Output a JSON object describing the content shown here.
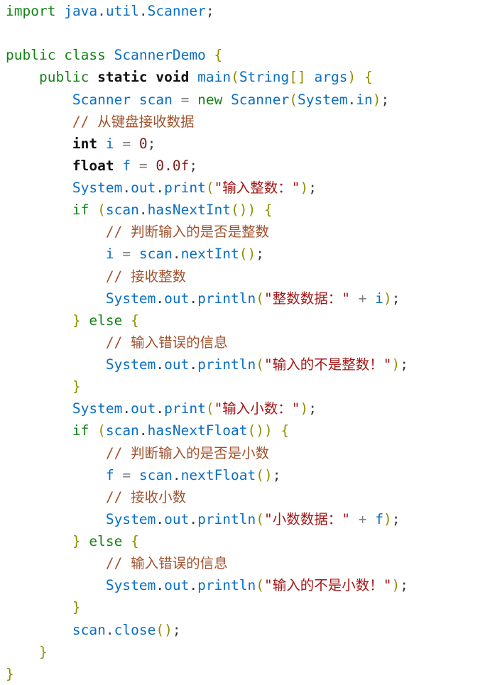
{
  "page": {
    "background": "#ffffff"
  },
  "colors": {
    "keyword_green": "#158215",
    "type_keyword_black": "#111111",
    "identifier_blue": "#0a6ec4",
    "bracket_olive": "#8f8f00",
    "operator_gray": "#7f7f7f",
    "punctuation_dark": "#3a3a3a",
    "string_red": "#a31515",
    "number_darkred": "#7d1a1a",
    "comment_sienna": "#a0522d"
  },
  "code": {
    "language": "java",
    "lines": [
      [
        [
          "k",
          "import"
        ],
        [
          "w",
          " "
        ],
        [
          "n",
          "java"
        ],
        [
          "p",
          "."
        ],
        [
          "n",
          "util"
        ],
        [
          "p",
          "."
        ],
        [
          "n",
          "Scanner"
        ],
        [
          "p",
          ";"
        ]
      ],
      [],
      [
        [
          "k",
          "public"
        ],
        [
          "w",
          " "
        ],
        [
          "k",
          "class"
        ],
        [
          "w",
          " "
        ],
        [
          "n",
          "ScannerDemo"
        ],
        [
          "w",
          " "
        ],
        [
          "b",
          "{"
        ]
      ],
      [
        [
          "w",
          "    "
        ],
        [
          "k",
          "public"
        ],
        [
          "w",
          " "
        ],
        [
          "t",
          "static"
        ],
        [
          "w",
          " "
        ],
        [
          "t",
          "void"
        ],
        [
          "w",
          " "
        ],
        [
          "n",
          "main"
        ],
        [
          "b",
          "("
        ],
        [
          "n",
          "String"
        ],
        [
          "b",
          "[]"
        ],
        [
          "w",
          " "
        ],
        [
          "n",
          "args"
        ],
        [
          "b",
          ")"
        ],
        [
          "w",
          " "
        ],
        [
          "b",
          "{"
        ]
      ],
      [
        [
          "w",
          "        "
        ],
        [
          "n",
          "Scanner"
        ],
        [
          "w",
          " "
        ],
        [
          "n",
          "scan"
        ],
        [
          "w",
          " "
        ],
        [
          "o",
          "="
        ],
        [
          "w",
          " "
        ],
        [
          "k",
          "new"
        ],
        [
          "w",
          " "
        ],
        [
          "n",
          "Scanner"
        ],
        [
          "b",
          "("
        ],
        [
          "n",
          "System"
        ],
        [
          "p",
          "."
        ],
        [
          "n",
          "in"
        ],
        [
          "b",
          ")"
        ],
        [
          "p",
          ";"
        ]
      ],
      [
        [
          "w",
          "        "
        ],
        [
          "c",
          "// 从键盘接收数据"
        ]
      ],
      [
        [
          "w",
          "        "
        ],
        [
          "t",
          "int"
        ],
        [
          "w",
          " "
        ],
        [
          "n",
          "i"
        ],
        [
          "w",
          " "
        ],
        [
          "o",
          "="
        ],
        [
          "w",
          " "
        ],
        [
          "m",
          "0"
        ],
        [
          "p",
          ";"
        ]
      ],
      [
        [
          "w",
          "        "
        ],
        [
          "t",
          "float"
        ],
        [
          "w",
          " "
        ],
        [
          "n",
          "f"
        ],
        [
          "w",
          " "
        ],
        [
          "o",
          "="
        ],
        [
          "w",
          " "
        ],
        [
          "m",
          "0.0f"
        ],
        [
          "p",
          ";"
        ]
      ],
      [
        [
          "w",
          "        "
        ],
        [
          "n",
          "System"
        ],
        [
          "p",
          "."
        ],
        [
          "n",
          "out"
        ],
        [
          "p",
          "."
        ],
        [
          "n",
          "print"
        ],
        [
          "b",
          "("
        ],
        [
          "s",
          "\"输入整数：\""
        ],
        [
          "b",
          ")"
        ],
        [
          "p",
          ";"
        ]
      ],
      [
        [
          "w",
          "        "
        ],
        [
          "k",
          "if"
        ],
        [
          "w",
          " "
        ],
        [
          "b",
          "("
        ],
        [
          "n",
          "scan"
        ],
        [
          "p",
          "."
        ],
        [
          "n",
          "hasNextInt"
        ],
        [
          "b",
          "())"
        ],
        [
          "w",
          " "
        ],
        [
          "b",
          "{"
        ]
      ],
      [
        [
          "w",
          "            "
        ],
        [
          "c",
          "// 判断输入的是否是整数"
        ]
      ],
      [
        [
          "w",
          "            "
        ],
        [
          "n",
          "i"
        ],
        [
          "w",
          " "
        ],
        [
          "o",
          "="
        ],
        [
          "w",
          " "
        ],
        [
          "n",
          "scan"
        ],
        [
          "p",
          "."
        ],
        [
          "n",
          "nextInt"
        ],
        [
          "b",
          "()"
        ],
        [
          "p",
          ";"
        ]
      ],
      [
        [
          "w",
          "            "
        ],
        [
          "c",
          "// 接收整数"
        ]
      ],
      [
        [
          "w",
          "            "
        ],
        [
          "n",
          "System"
        ],
        [
          "p",
          "."
        ],
        [
          "n",
          "out"
        ],
        [
          "p",
          "."
        ],
        [
          "n",
          "println"
        ],
        [
          "b",
          "("
        ],
        [
          "s",
          "\"整数数据：\""
        ],
        [
          "w",
          " "
        ],
        [
          "o",
          "+"
        ],
        [
          "w",
          " "
        ],
        [
          "n",
          "i"
        ],
        [
          "b",
          ")"
        ],
        [
          "p",
          ";"
        ]
      ],
      [
        [
          "w",
          "        "
        ],
        [
          "b",
          "}"
        ],
        [
          "w",
          " "
        ],
        [
          "k",
          "else"
        ],
        [
          "w",
          " "
        ],
        [
          "b",
          "{"
        ]
      ],
      [
        [
          "w",
          "            "
        ],
        [
          "c",
          "// 输入错误的信息"
        ]
      ],
      [
        [
          "w",
          "            "
        ],
        [
          "n",
          "System"
        ],
        [
          "p",
          "."
        ],
        [
          "n",
          "out"
        ],
        [
          "p",
          "."
        ],
        [
          "n",
          "println"
        ],
        [
          "b",
          "("
        ],
        [
          "s",
          "\"输入的不是整数！\""
        ],
        [
          "b",
          ")"
        ],
        [
          "p",
          ";"
        ]
      ],
      [
        [
          "w",
          "        "
        ],
        [
          "b",
          "}"
        ]
      ],
      [
        [
          "w",
          "        "
        ],
        [
          "n",
          "System"
        ],
        [
          "p",
          "."
        ],
        [
          "n",
          "out"
        ],
        [
          "p",
          "."
        ],
        [
          "n",
          "print"
        ],
        [
          "b",
          "("
        ],
        [
          "s",
          "\"输入小数：\""
        ],
        [
          "b",
          ")"
        ],
        [
          "p",
          ";"
        ]
      ],
      [
        [
          "w",
          "        "
        ],
        [
          "k",
          "if"
        ],
        [
          "w",
          " "
        ],
        [
          "b",
          "("
        ],
        [
          "n",
          "scan"
        ],
        [
          "p",
          "."
        ],
        [
          "n",
          "hasNextFloat"
        ],
        [
          "b",
          "())"
        ],
        [
          "w",
          " "
        ],
        [
          "b",
          "{"
        ]
      ],
      [
        [
          "w",
          "            "
        ],
        [
          "c",
          "// 判断输入的是否是小数"
        ]
      ],
      [
        [
          "w",
          "            "
        ],
        [
          "n",
          "f"
        ],
        [
          "w",
          " "
        ],
        [
          "o",
          "="
        ],
        [
          "w",
          " "
        ],
        [
          "n",
          "scan"
        ],
        [
          "p",
          "."
        ],
        [
          "n",
          "nextFloat"
        ],
        [
          "b",
          "()"
        ],
        [
          "p",
          ";"
        ]
      ],
      [
        [
          "w",
          "            "
        ],
        [
          "c",
          "// 接收小数"
        ]
      ],
      [
        [
          "w",
          "            "
        ],
        [
          "n",
          "System"
        ],
        [
          "p",
          "."
        ],
        [
          "n",
          "out"
        ],
        [
          "p",
          "."
        ],
        [
          "n",
          "println"
        ],
        [
          "b",
          "("
        ],
        [
          "s",
          "\"小数数据：\""
        ],
        [
          "w",
          " "
        ],
        [
          "o",
          "+"
        ],
        [
          "w",
          " "
        ],
        [
          "n",
          "f"
        ],
        [
          "b",
          ")"
        ],
        [
          "p",
          ";"
        ]
      ],
      [
        [
          "w",
          "        "
        ],
        [
          "b",
          "}"
        ],
        [
          "w",
          " "
        ],
        [
          "k",
          "else"
        ],
        [
          "w",
          " "
        ],
        [
          "b",
          "{"
        ]
      ],
      [
        [
          "w",
          "            "
        ],
        [
          "c",
          "// 输入错误的信息"
        ]
      ],
      [
        [
          "w",
          "            "
        ],
        [
          "n",
          "System"
        ],
        [
          "p",
          "."
        ],
        [
          "n",
          "out"
        ],
        [
          "p",
          "."
        ],
        [
          "n",
          "println"
        ],
        [
          "b",
          "("
        ],
        [
          "s",
          "\"输入的不是小数！\""
        ],
        [
          "b",
          ")"
        ],
        [
          "p",
          ";"
        ]
      ],
      [
        [
          "w",
          "        "
        ],
        [
          "b",
          "}"
        ]
      ],
      [
        [
          "w",
          "        "
        ],
        [
          "n",
          "scan"
        ],
        [
          "p",
          "."
        ],
        [
          "n",
          "close"
        ],
        [
          "b",
          "()"
        ],
        [
          "p",
          ";"
        ]
      ],
      [
        [
          "w",
          "    "
        ],
        [
          "b",
          "}"
        ]
      ],
      [
        [
          "b",
          "}"
        ]
      ]
    ]
  }
}
